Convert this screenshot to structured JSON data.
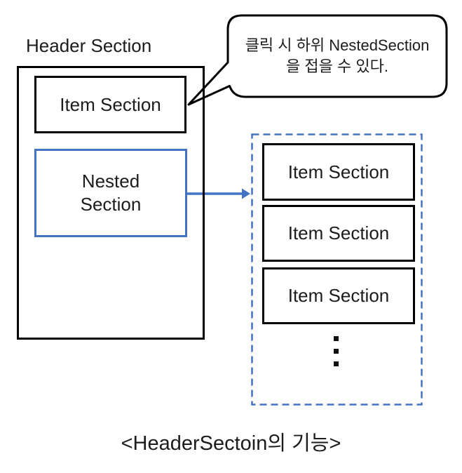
{
  "diagram": {
    "header_label": "Header Section",
    "item_box_label": "Item Section",
    "nested_box": {
      "lines": [
        "Nested",
        "Section"
      ]
    },
    "callout": {
      "lines": [
        "클릭 시 하위 NestedSection",
        "을 접을 수 있다."
      ]
    },
    "expanded_list": {
      "items": [
        "Item Section",
        "Item Section",
        "Item Section"
      ],
      "ellipsis_icon": "vertical-ellipsis"
    },
    "caption": "<HeaderSectoin의 기능>",
    "colors": {
      "accent_blue": "#4472C4",
      "outline_black": "#000000"
    }
  }
}
